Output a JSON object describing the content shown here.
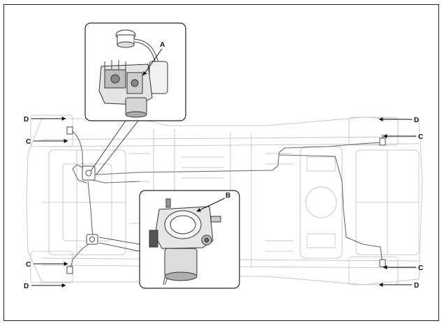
{
  "labels": {
    "a": "A",
    "b": "B",
    "c": "C",
    "d": "D"
  },
  "colors": {
    "frame": "#222222",
    "chassis": "#c8c8c8",
    "line": "#6a6a6a",
    "component": "#4a4a4a",
    "callout": "#111111"
  }
}
